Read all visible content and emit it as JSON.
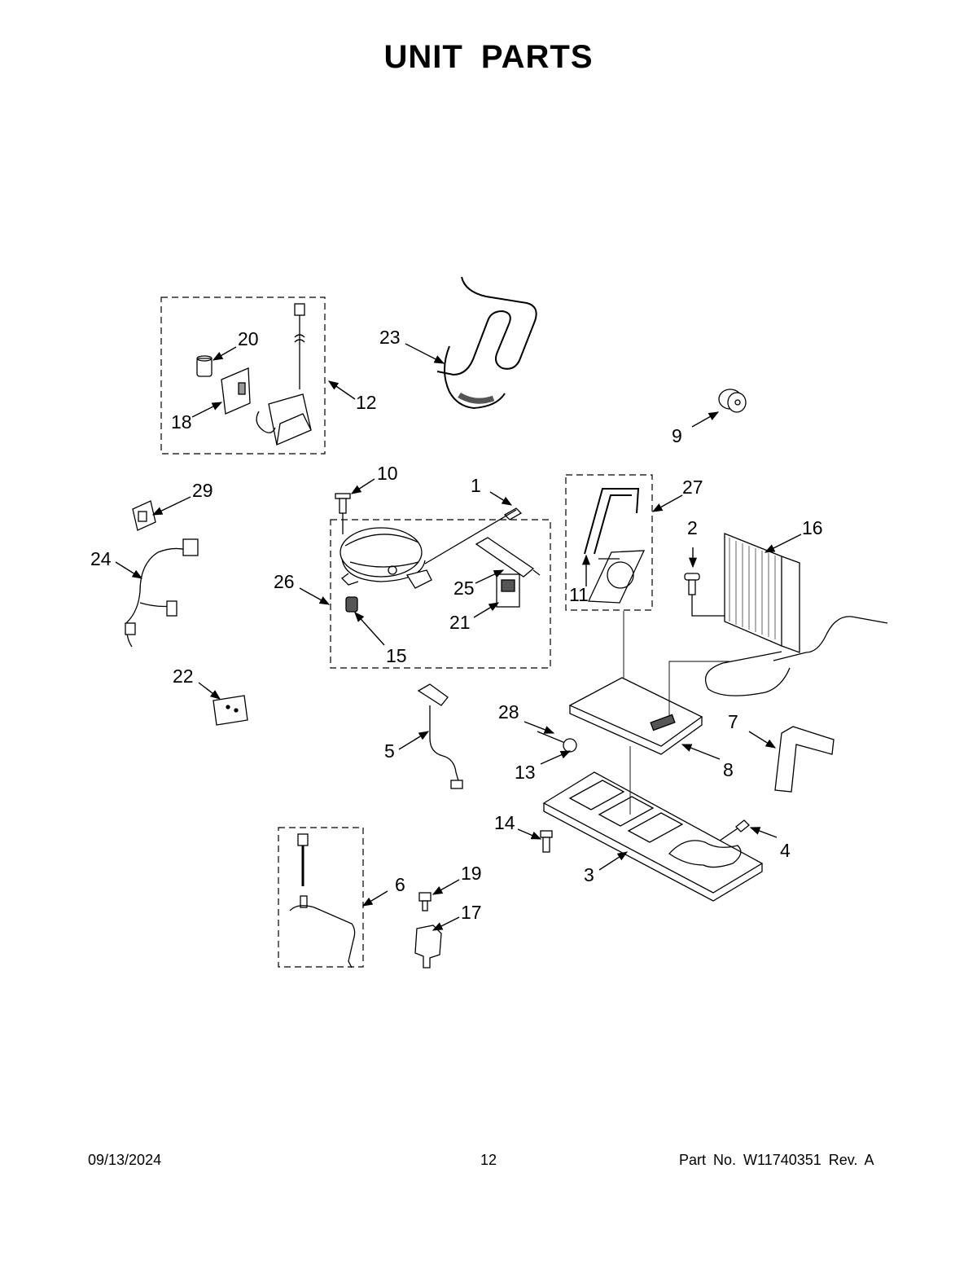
{
  "title": "UNIT PARTS",
  "footer": {
    "date": "09/13/2024",
    "page": "12",
    "part_number": "Part No.  W11740351  Rev.  A"
  },
  "callouts": {
    "c1": "1",
    "c2": "2",
    "c3": "3",
    "c4": "4",
    "c5": "5",
    "c6": "6",
    "c7": "7",
    "c8": "8",
    "c9": "9",
    "c10": "10",
    "c11": "11",
    "c12": "12",
    "c13": "13",
    "c14": "14",
    "c15": "15",
    "c16": "16",
    "c17": "17",
    "c18": "18",
    "c19": "19",
    "c20": "20",
    "c21": "21",
    "c22": "22",
    "c23": "23",
    "c24": "24",
    "c25": "25",
    "c26": "26",
    "c27": "27",
    "c28": "28",
    "c29": "29"
  }
}
